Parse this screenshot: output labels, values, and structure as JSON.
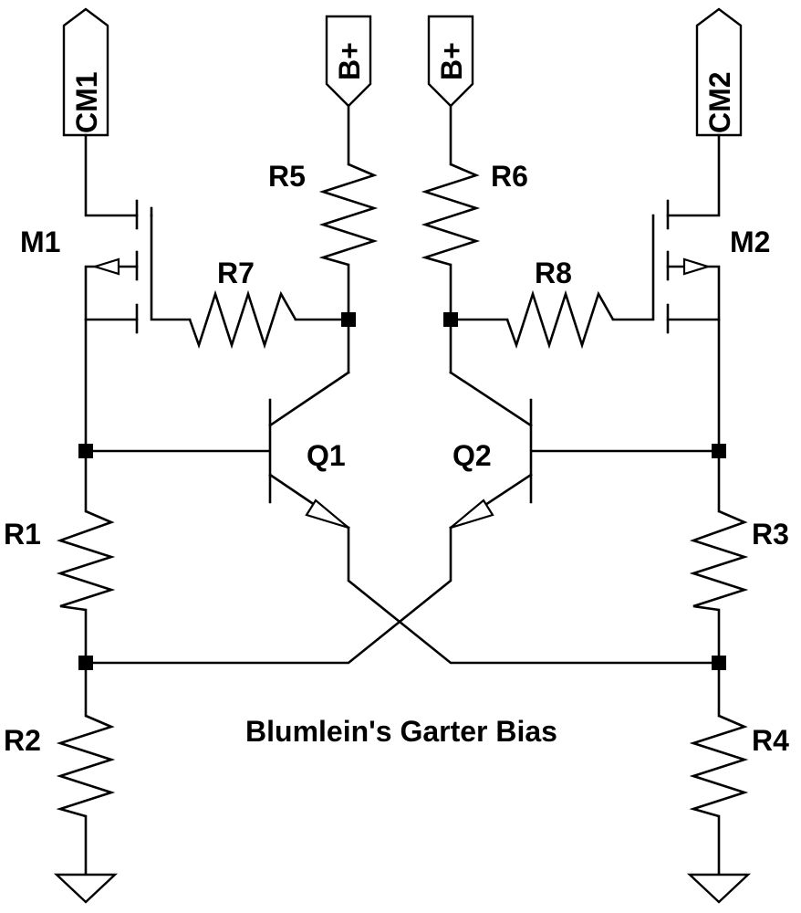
{
  "title": "Blumlein's Garter Bias",
  "ports": {
    "cm1": "CM1",
    "cm2": "CM2",
    "bplus_left": "B+",
    "bplus_right": "B+"
  },
  "components": {
    "m1": "M1",
    "m2": "M2",
    "q1": "Q1",
    "q2": "Q2",
    "r1": "R1",
    "r2": "R2",
    "r3": "R3",
    "r4": "R4",
    "r5": "R5",
    "r6": "R6",
    "r7": "R7",
    "r8": "R8"
  },
  "colors": {
    "ink": "#000000",
    "background": "#ffffff"
  }
}
